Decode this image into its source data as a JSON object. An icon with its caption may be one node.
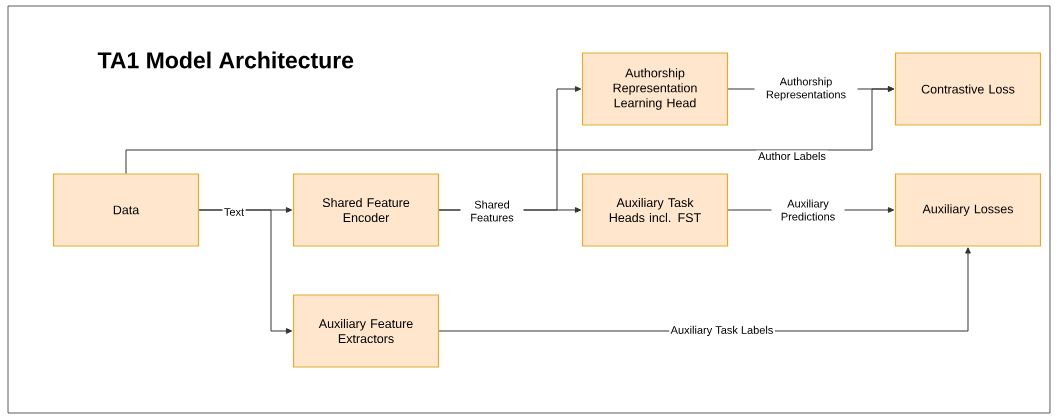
{
  "diagram": {
    "title": "TA1 Model Architecture",
    "nodes": [
      {
        "text": [
          "Data"
        ]
      },
      {
        "text": [
          "Shared Feature Encoder"
        ]
      },
      {
        "text": [
          "Auxiliary Feature Extractors"
        ]
      },
      {
        "text": [
          "Authorship Representation Learning Head"
        ]
      },
      {
        "text": [
          "Auxiliary Task Heads incl. FST"
        ]
      },
      {
        "text": [
          "Contrastive Loss"
        ]
      },
      {
        "text": [
          "Auxiliary Losses"
        ]
      }
    ],
    "edges": [
      {
        "from": 0,
        "to": 1,
        "arrow": "to",
        "label": "Text"
      },
      {
        "from": 0,
        "to": 2,
        "arrow": "to"
      },
      {
        "from": 1,
        "to": 3,
        "arrow": "to",
        "label": "Shared Features"
      },
      {
        "from": 1,
        "to": 4,
        "arrow": "to"
      },
      {
        "from": 3,
        "to": 5,
        "arrow": "to",
        "label": "Authorship Representations"
      },
      {
        "from": 0,
        "to": 5,
        "arrow": "to",
        "label": "Author Labels"
      },
      {
        "from": 4,
        "to": 6,
        "arrow": "to",
        "label": "Auxiliary Predictions"
      },
      {
        "from": 2,
        "to": 6,
        "arrow": "to",
        "label": "Auxiliary Task Labels"
      }
    ]
  }
}
